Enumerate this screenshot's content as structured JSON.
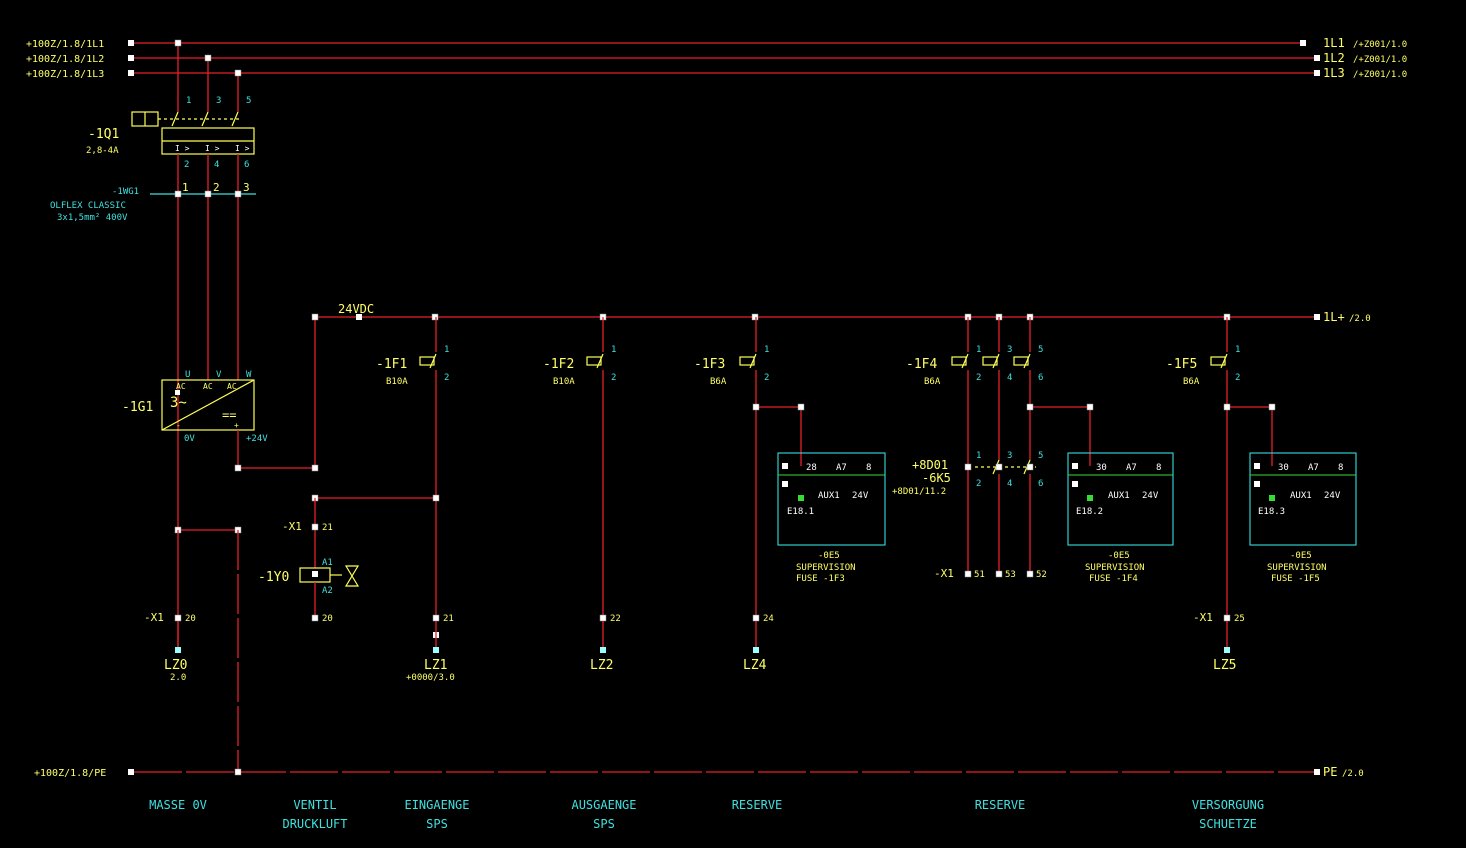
{
  "rails": {
    "l1_left": "+100Z/1.8/1L1",
    "l2_left": "+100Z/1.8/1L2",
    "l3_left": "+100Z/1.8/1L3",
    "l1_right_name": "1L1",
    "l1_right_ref": "/+Z001/1.0",
    "l2_right_name": "1L2",
    "l2_right_ref": "/+Z001/1.0",
    "l3_right_name": "1L3",
    "l3_right_ref": "/+Z001/1.0",
    "pe_left": "+100Z/1.8/PE",
    "pe_right_name": "PE",
    "pe_right_ref": "/2.0",
    "dc_label": "24VDC",
    "dc_right_name": "1L+",
    "dc_right_ref": "/2.0"
  },
  "q1": {
    "tag": "-1Q1",
    "rating": "2,8-4A",
    "top_terms": [
      "1",
      "3",
      "5"
    ],
    "bot_terms": [
      "2",
      "4",
      "6"
    ]
  },
  "cable": {
    "tag": "-1WG1",
    "cores": [
      "1",
      "2",
      "3"
    ],
    "type": "OLFLEX CLASSIC",
    "spec": "3x1,5mm² 400V"
  },
  "psu": {
    "tag": "-1G1",
    "in_u": "U",
    "in_v": "V",
    "in_w": "W",
    "ac": "AC",
    "sym_in": "3~",
    "sym_out": "==",
    "out_0v": "0V",
    "out_24v": "+24V",
    "minus": "-",
    "plus": "+"
  },
  "fuses": [
    {
      "tag": "-1F1",
      "rating": "B10A",
      "t1": "1",
      "t2": "2"
    },
    {
      "tag": "-1F2",
      "rating": "B10A",
      "t1": "1",
      "t2": "2"
    },
    {
      "tag": "-1F3",
      "rating": "B6A",
      "t1": "1",
      "t2": "2"
    },
    {
      "tag": "-1F4",
      "rating": "B6A",
      "t1": "1",
      "t2": "2",
      "t3": "3",
      "t4": "4",
      "t5": "5",
      "t6": "6"
    },
    {
      "tag": "-1F5",
      "rating": "B6A",
      "t1": "1",
      "t2": "2"
    }
  ],
  "terminals": {
    "x1": "-X1",
    "t20": "20",
    "t21": "21",
    "t22": "22",
    "t24": "24",
    "t25": "25",
    "t51": "51",
    "t52": "52",
    "t53": "53",
    "valve_20": "20"
  },
  "valve": {
    "tag": "-1Y0",
    "a1": "A1",
    "a2": "A2"
  },
  "contactor": {
    "loc": "+8D01",
    "tag": "-6K5",
    "ref": "+8D01/11.2",
    "t1": "1",
    "t2": "2",
    "t3": "3",
    "t4": "4",
    "t5": "5",
    "t6": "6"
  },
  "modules": [
    {
      "pin1": "28",
      "pin2": "A7",
      "pin3": "8",
      "aux": "AUX1",
      "volt": "24V",
      "addr": "E18.1",
      "tag": "-0E5",
      "l1": "SUPERVISION",
      "l2": "FUSE -1F3"
    },
    {
      "pin1": "30",
      "pin2": "A7",
      "pin3": "8",
      "aux": "AUX1",
      "volt": "24V",
      "addr": "E18.2",
      "tag": "-0E5",
      "l1": "SUPERVISION",
      "l2": "FUSE -1F4"
    },
    {
      "pin1": "30",
      "pin2": "A7",
      "pin3": "8",
      "aux": "AUX1",
      "volt": "24V",
      "addr": "E18.3",
      "tag": "-0E5",
      "l1": "SUPERVISION",
      "l2": "FUSE -1F5"
    }
  ],
  "potentials": {
    "lz0": "LZ0",
    "lz0_ref": "2.0",
    "lz1": "LZ1",
    "lz1_ref": "+0000/3.0",
    "lz2": "LZ2",
    "lz4": "LZ4",
    "lz5": "LZ5"
  },
  "bottom_labels": [
    {
      "l1": "MASSE 0V",
      "l2": ""
    },
    {
      "l1": "VENTIL",
      "l2": "DRUCKLUFT"
    },
    {
      "l1": "EINGAENGE",
      "l2": "SPS"
    },
    {
      "l1": "AUSGAENGE",
      "l2": "SPS"
    },
    {
      "l1": "RESERVE",
      "l2": ""
    },
    {
      "l1": "RESERVE",
      "l2": ""
    },
    {
      "l1": "VERSORGUNG",
      "l2": "SCHUETZE"
    }
  ]
}
